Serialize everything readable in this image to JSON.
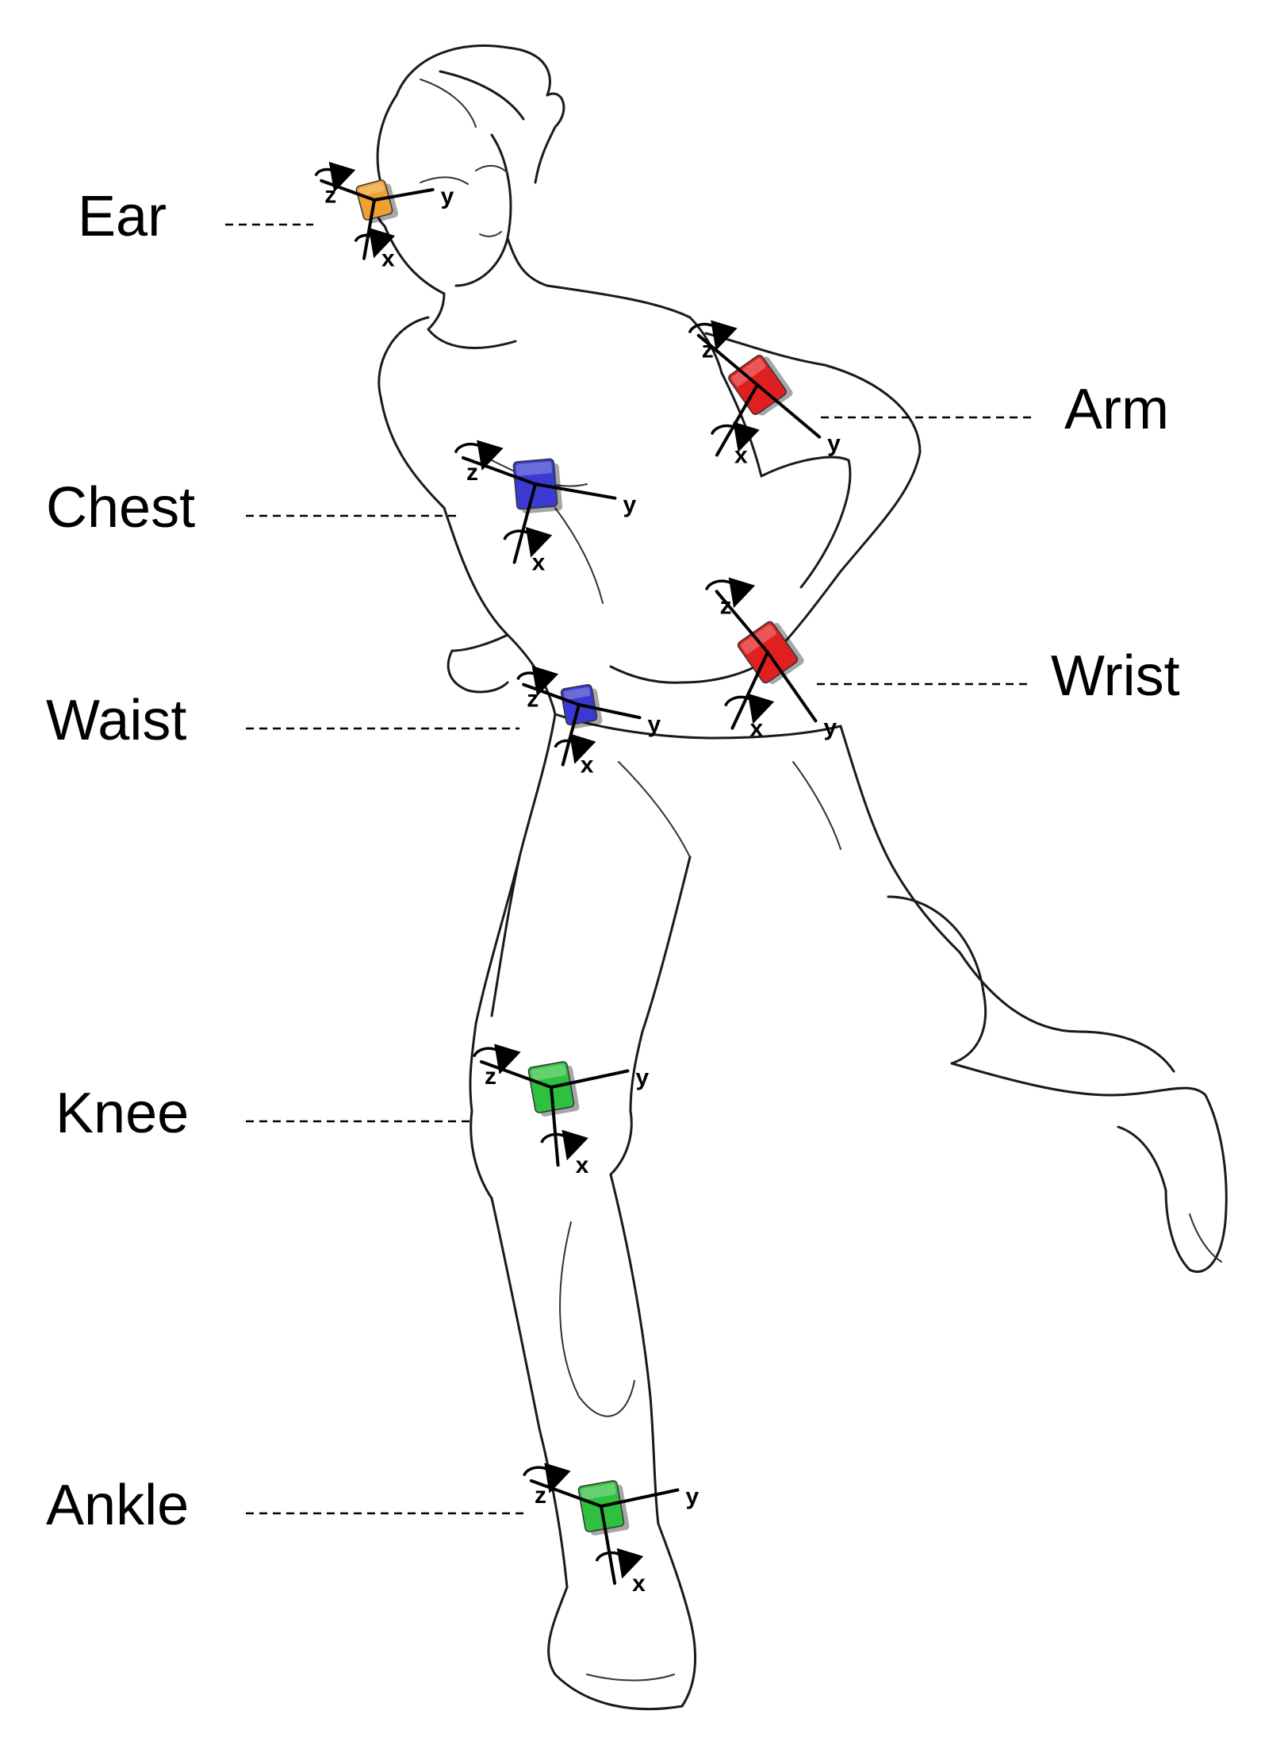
{
  "sensors": [
    {
      "id": "ear",
      "label": "Ear",
      "color": "#f0a030",
      "axes": {
        "x": "x",
        "y": "y",
        "z": "z"
      }
    },
    {
      "id": "arm",
      "label": "Arm",
      "color": "#e02020",
      "axes": {
        "x": "x",
        "y": "y",
        "z": "z"
      }
    },
    {
      "id": "chest",
      "label": "Chest",
      "color": "#3a3ad0",
      "axes": {
        "x": "x",
        "y": "y",
        "z": "z"
      }
    },
    {
      "id": "wrist",
      "label": "Wrist",
      "color": "#e02020",
      "axes": {
        "x": "x",
        "y": "y",
        "z": "z"
      }
    },
    {
      "id": "waist",
      "label": "Waist",
      "color": "#3a3ad0",
      "axes": {
        "x": "x",
        "y": "y",
        "z": "z"
      }
    },
    {
      "id": "knee",
      "label": "Knee",
      "color": "#30c040",
      "axes": {
        "x": "x",
        "y": "y",
        "z": "z"
      }
    },
    {
      "id": "ankle",
      "label": "Ankle",
      "color": "#30c040",
      "axes": {
        "x": "x",
        "y": "y",
        "z": "z"
      }
    }
  ],
  "icons": {
    "figure": "runner-sketch-icon",
    "sensor": "imu-sensor-icon",
    "rotation": "rotation-arrow-icon"
  }
}
